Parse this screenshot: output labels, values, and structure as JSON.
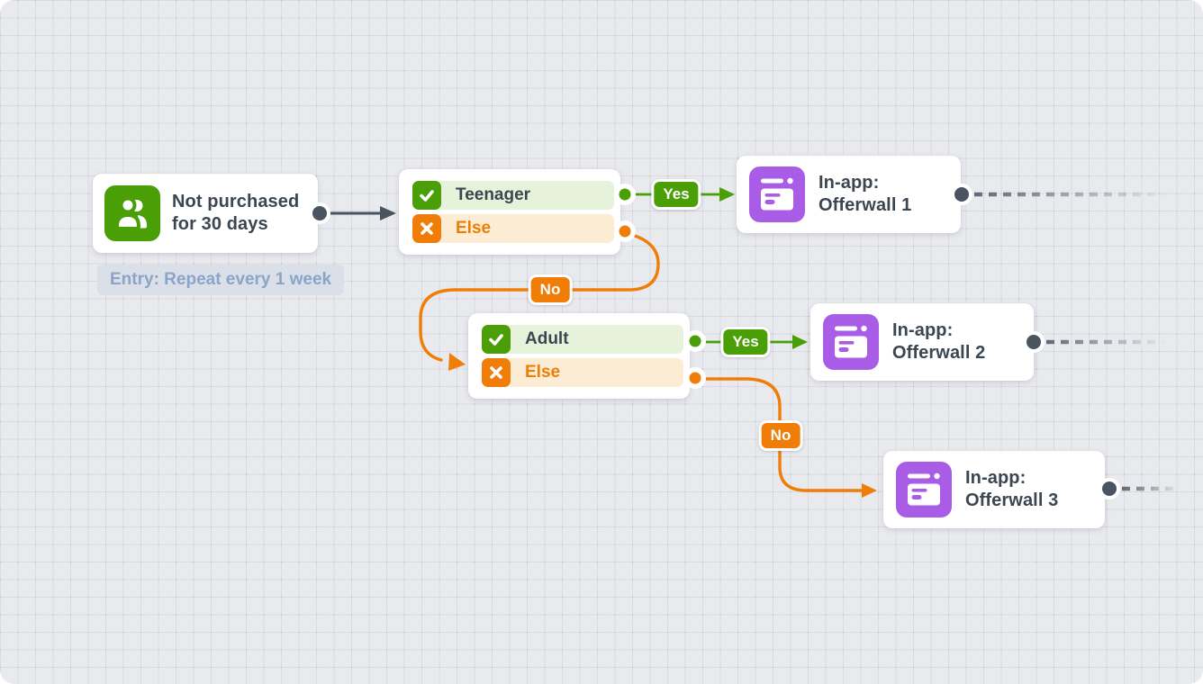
{
  "flow": {
    "entry": {
      "icon": "users-icon",
      "title_lines": [
        "Not purchased",
        "for 30 days"
      ],
      "note": "Entry: Repeat every 1 week"
    },
    "condition1": {
      "yes_label": "Teenager",
      "else_label": "Else"
    },
    "condition2": {
      "yes_label": "Adult",
      "else_label": "Else"
    },
    "offerwall1": {
      "icon": "in-app-message-icon",
      "title_lines": [
        "In-app:",
        "Offerwall 1"
      ]
    },
    "offerwall2": {
      "icon": "in-app-message-icon",
      "title_lines": [
        "In-app:",
        "Offerwall 2"
      ]
    },
    "offerwall3": {
      "icon": "in-app-message-icon",
      "title_lines": [
        "In-app:",
        "Offerwall 3"
      ]
    },
    "edges": {
      "yes1": "Yes",
      "no1": "No",
      "yes2": "Yes",
      "no2": "No"
    }
  },
  "colors": {
    "green": "#4a9e06",
    "green_light": "#e6f3da",
    "orange": "#ef7d08",
    "orange_light": "#fdecd4",
    "purple": "#a95ce5",
    "slate": "#4a5360",
    "text_dark": "#3c4651",
    "entry_note_bg": "#dbdfe8",
    "entry_note_text": "#8aa5c9",
    "canvas_bg": "#e9eaee"
  }
}
